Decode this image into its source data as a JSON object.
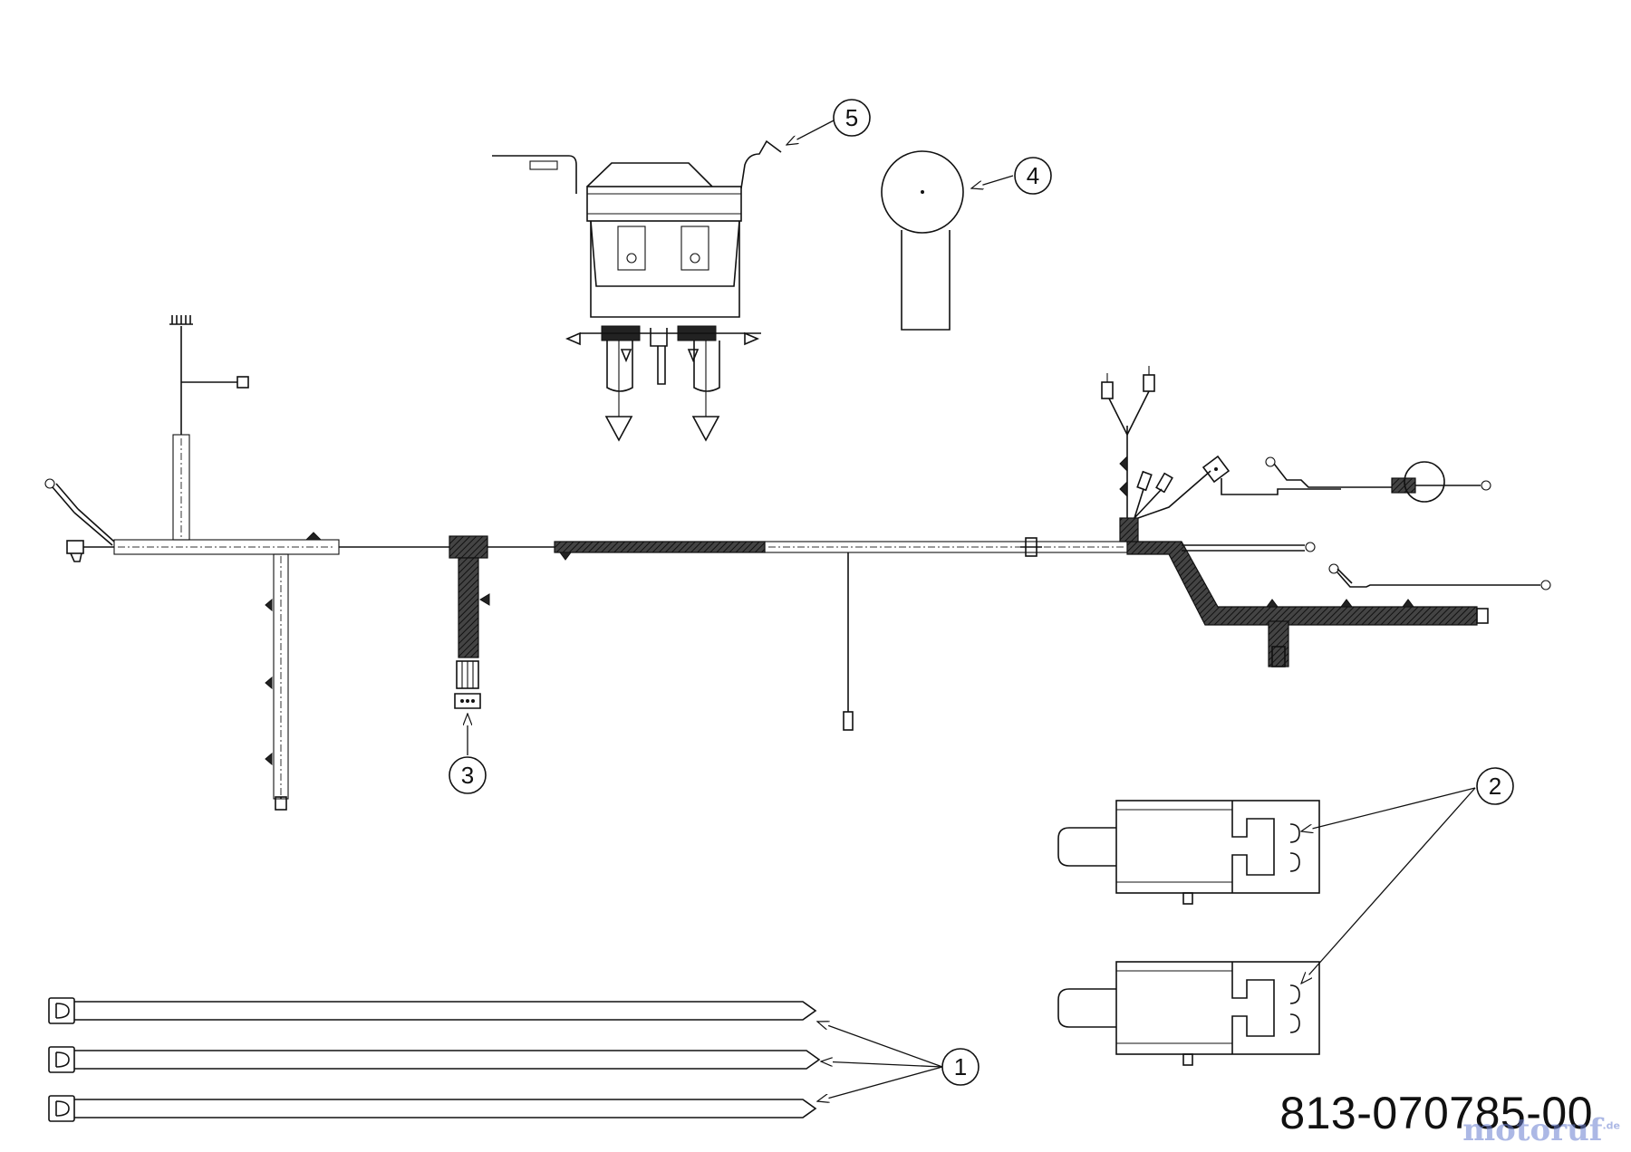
{
  "callouts": [
    {
      "number": "1",
      "part": "cable-tie"
    },
    {
      "number": "2",
      "part": "switch-connector"
    },
    {
      "number": "3",
      "part": "harness-connector"
    },
    {
      "number": "4",
      "part": "round-bulb-cap"
    },
    {
      "number": "5",
      "part": "ignition-switch"
    }
  ],
  "part_number": "813-070785-00",
  "watermark": {
    "brand": "motoruf",
    "suffix": ".de"
  },
  "colors": {
    "line": "#111111",
    "background": "#ffffff",
    "watermark": "#6a7fd0"
  }
}
